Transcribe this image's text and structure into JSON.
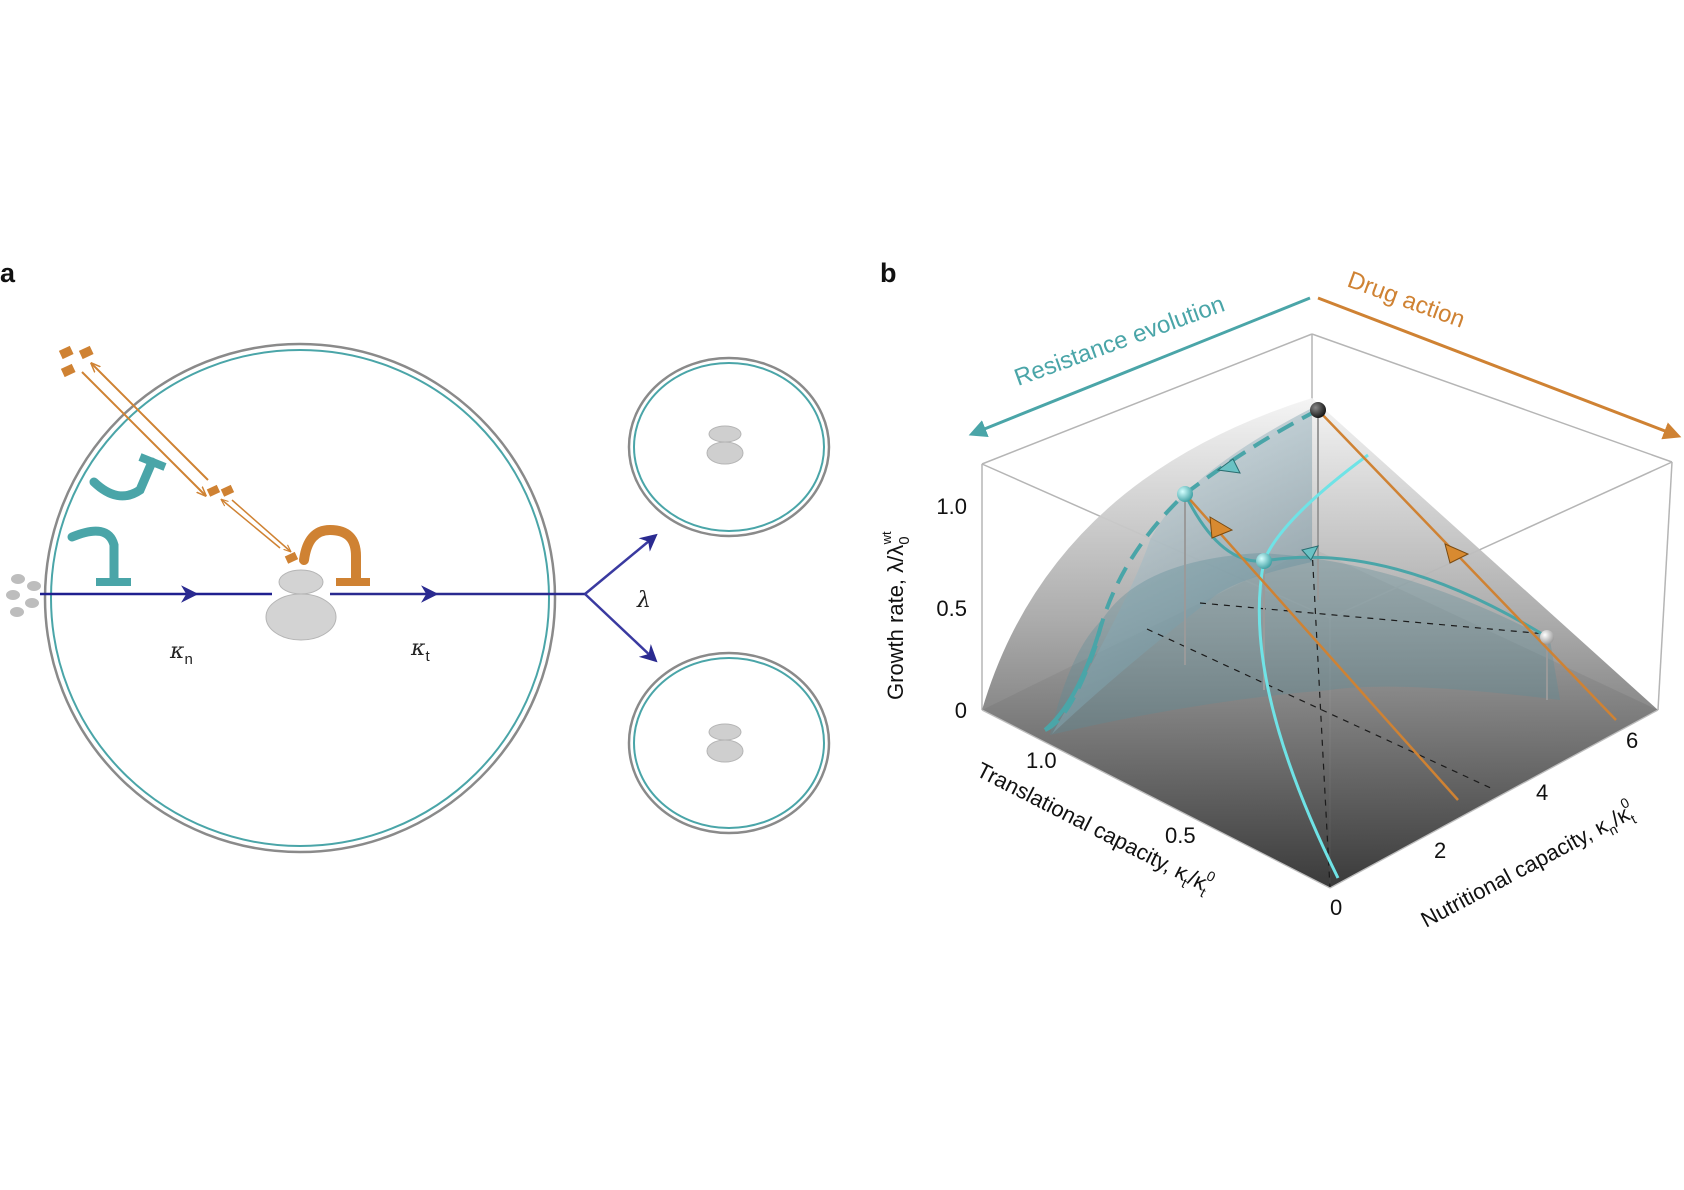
{
  "panel_a": {
    "letter": "a",
    "kappa_n": "κ",
    "kappa_n_sub": "n",
    "kappa_t": "κ",
    "kappa_t_sub": "t",
    "lambda": "λ"
  },
  "panel_b": {
    "letter": "b",
    "resistance_label": "Resistance evolution",
    "drug_label": "Drug action",
    "z_axis_label": "Growth rate, λ/λ",
    "z_axis_sub": "0",
    "z_axis_sup": "wt",
    "x_axis_label": "Translational capacity, κ",
    "x_axis_label_tail": "/κ",
    "x_axis_sub": "t",
    "x_axis_sup": "0",
    "y_axis_label": "Nutritional capacity, κ",
    "y_axis_label_tail": "/κ",
    "y_axis_sub_n": "n",
    "y_axis_sub_t": "t",
    "y_axis_sup": "0",
    "z_ticks": [
      "1.0",
      "0.5",
      "0"
    ],
    "x_ticks": [
      "1.0",
      "0.5",
      "0"
    ],
    "y_ticks": [
      "2",
      "4",
      "6"
    ]
  },
  "colors": {
    "teal": "#4aa5a8",
    "light_cyan": "#6fe3e6",
    "orange": "#cf8233",
    "navy": "#1f1f8f",
    "ribosome_gray": "#cfcfcf"
  }
}
